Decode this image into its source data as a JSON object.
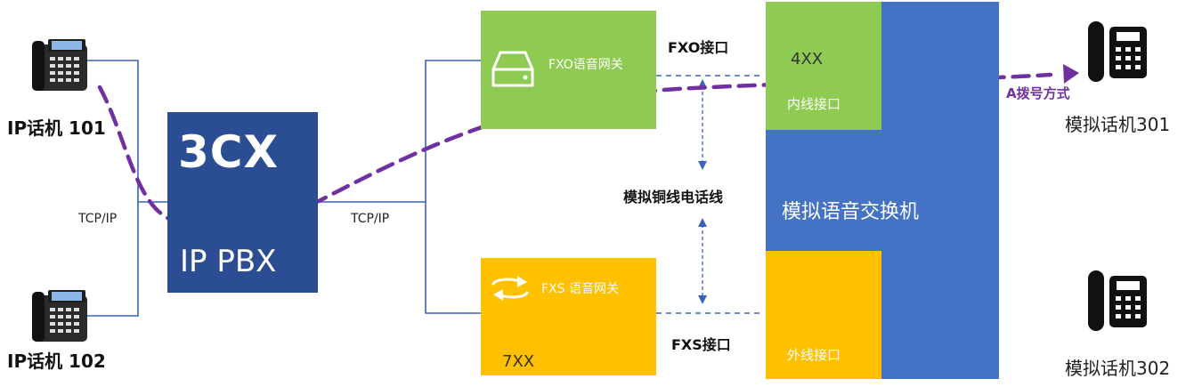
{
  "phones": {
    "ip101": "IP话机 101",
    "ip102": "IP话机 102",
    "analog301": "模拟话机301",
    "analog302": "模拟话机302"
  },
  "pbx": {
    "logo": "3CX",
    "label": "IP PBX"
  },
  "links": {
    "tcp_left": "TCP/IP",
    "tcp_right": "TCP/IP",
    "copper": "模拟铜线电话线"
  },
  "gateways": {
    "fxo_title": "FXO语音网关",
    "fxs_title": "FXS 语音网关",
    "fxs_ext": "7XX"
  },
  "ports": {
    "fxo_port": "FXO接口",
    "fxs_port": "FXS接口"
  },
  "switch": {
    "label": "模拟语音交换机",
    "internal_ext": "4XX",
    "internal_port": "内线接口",
    "external_port": "外线接口"
  },
  "route": {
    "label": "A拨号方式"
  },
  "colors": {
    "pbx": "#2b4d93",
    "switch": "#4472c4",
    "fxo": "#8fcb52",
    "fxs": "#ffc000",
    "route": "#7030a0",
    "link": "#3a63b8"
  }
}
